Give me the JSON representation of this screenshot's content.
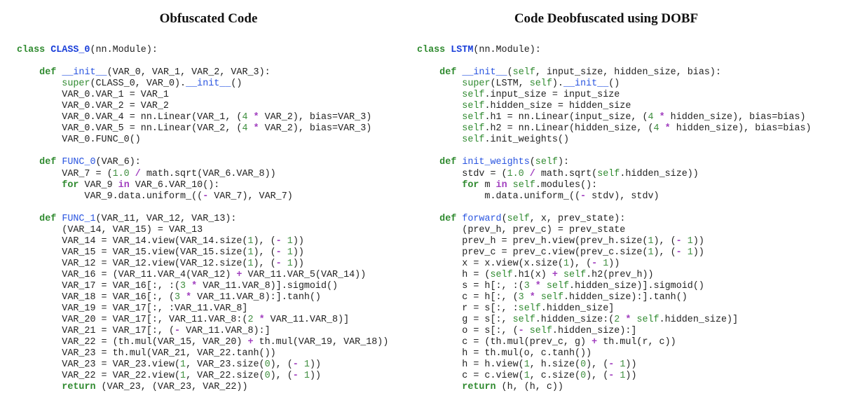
{
  "left": {
    "title": "Obfuscated Code",
    "lines": [
      [
        [
          "kw",
          "class "
        ],
        [
          "classname",
          "CLASS_0"
        ],
        [
          "t",
          "(nn.Module):"
        ]
      ],
      [],
      [
        [
          "t",
          "    "
        ],
        [
          "kw",
          "def "
        ],
        [
          "fn",
          "__init__"
        ],
        [
          "t",
          "(VAR_0, VAR_1, VAR_2, VAR_3):"
        ]
      ],
      [
        [
          "t",
          "        "
        ],
        [
          "builtin",
          "super"
        ],
        [
          "t",
          "(CLASS_0, VAR_0)."
        ],
        [
          "fn",
          "__init__"
        ],
        [
          "t",
          "()"
        ]
      ],
      [
        [
          "t",
          "        VAR_0.VAR_1 = VAR_1"
        ]
      ],
      [
        [
          "t",
          "        VAR_0.VAR_2 = VAR_2"
        ]
      ],
      [
        [
          "t",
          "        VAR_0.VAR_4 = nn.Linear(VAR_1, ("
        ],
        [
          "num",
          "4"
        ],
        [
          "t",
          " "
        ],
        [
          "op",
          "*"
        ],
        [
          "t",
          " VAR_2), bias=VAR_3)"
        ]
      ],
      [
        [
          "t",
          "        VAR_0.VAR_5 = nn.Linear(VAR_2, ("
        ],
        [
          "num",
          "4"
        ],
        [
          "t",
          " "
        ],
        [
          "op",
          "*"
        ],
        [
          "t",
          " VAR_2), bias=VAR_3)"
        ]
      ],
      [
        [
          "t",
          "        VAR_0.FUNC_0()"
        ]
      ],
      [],
      [
        [
          "t",
          "    "
        ],
        [
          "kw",
          "def "
        ],
        [
          "fn",
          "FUNC_0"
        ],
        [
          "t",
          "(VAR_6):"
        ]
      ],
      [
        [
          "t",
          "        VAR_7 = ("
        ],
        [
          "num",
          "1.0"
        ],
        [
          "t",
          " "
        ],
        [
          "op",
          "/"
        ],
        [
          "t",
          " math.sqrt(VAR_6.VAR_8))"
        ]
      ],
      [
        [
          "t",
          "        "
        ],
        [
          "kw",
          "for "
        ],
        [
          "t",
          "VAR_9 "
        ],
        [
          "in",
          "in"
        ],
        [
          "t",
          " VAR_6.VAR_10():"
        ]
      ],
      [
        [
          "t",
          "            VAR_9.data.uniform_(("
        ],
        [
          "op",
          "-"
        ],
        [
          "t",
          " VAR_7), VAR_7)"
        ]
      ],
      [],
      [
        [
          "t",
          "    "
        ],
        [
          "kw",
          "def "
        ],
        [
          "fn",
          "FUNC_1"
        ],
        [
          "t",
          "(VAR_11, VAR_12, VAR_13):"
        ]
      ],
      [
        [
          "t",
          "        (VAR_14, VAR_15) = VAR_13"
        ]
      ],
      [
        [
          "t",
          "        VAR_14 = VAR_14.view(VAR_14.size("
        ],
        [
          "num",
          "1"
        ],
        [
          "t",
          "), ("
        ],
        [
          "op",
          "-"
        ],
        [
          "t",
          " "
        ],
        [
          "num",
          "1"
        ],
        [
          "t",
          "))"
        ]
      ],
      [
        [
          "t",
          "        VAR_15 = VAR_15.view(VAR_15.size("
        ],
        [
          "num",
          "1"
        ],
        [
          "t",
          "), ("
        ],
        [
          "op",
          "-"
        ],
        [
          "t",
          " "
        ],
        [
          "num",
          "1"
        ],
        [
          "t",
          "))"
        ]
      ],
      [
        [
          "t",
          "        VAR_12 = VAR_12.view(VAR_12.size("
        ],
        [
          "num",
          "1"
        ],
        [
          "t",
          "), ("
        ],
        [
          "op",
          "-"
        ],
        [
          "t",
          " "
        ],
        [
          "num",
          "1"
        ],
        [
          "t",
          "))"
        ]
      ],
      [
        [
          "t",
          "        VAR_16 = (VAR_11.VAR_4(VAR_12) "
        ],
        [
          "op",
          "+"
        ],
        [
          "t",
          " VAR_11.VAR_5(VAR_14))"
        ]
      ],
      [
        [
          "t",
          "        VAR_17 = VAR_16[:, :("
        ],
        [
          "num",
          "3"
        ],
        [
          "t",
          " "
        ],
        [
          "op",
          "*"
        ],
        [
          "t",
          " VAR_11.VAR_8)].sigmoid()"
        ]
      ],
      [
        [
          "t",
          "        VAR_18 = VAR_16[:, ("
        ],
        [
          "num",
          "3"
        ],
        [
          "t",
          " "
        ],
        [
          "op",
          "*"
        ],
        [
          "t",
          " VAR_11.VAR_8):].tanh()"
        ]
      ],
      [
        [
          "t",
          "        VAR_19 = VAR_17[:, :VAR_11.VAR_8]"
        ]
      ],
      [
        [
          "t",
          "        VAR_20 = VAR_17[:, VAR_11.VAR_8:("
        ],
        [
          "num",
          "2"
        ],
        [
          "t",
          " "
        ],
        [
          "op",
          "*"
        ],
        [
          "t",
          " VAR_11.VAR_8)]"
        ]
      ],
      [
        [
          "t",
          "        VAR_21 = VAR_17[:, ("
        ],
        [
          "op",
          "-"
        ],
        [
          "t",
          " VAR_11.VAR_8):]"
        ]
      ],
      [
        [
          "t",
          "        VAR_22 = (th.mul(VAR_15, VAR_20) "
        ],
        [
          "op",
          "+"
        ],
        [
          "t",
          " th.mul(VAR_19, VAR_18))"
        ]
      ],
      [
        [
          "t",
          "        VAR_23 = th.mul(VAR_21, VAR_22.tanh())"
        ]
      ],
      [
        [
          "t",
          "        VAR_23 = VAR_23.view("
        ],
        [
          "num",
          "1"
        ],
        [
          "t",
          ", VAR_23.size("
        ],
        [
          "num",
          "0"
        ],
        [
          "t",
          "), ("
        ],
        [
          "op",
          "-"
        ],
        [
          "t",
          " "
        ],
        [
          "num",
          "1"
        ],
        [
          "t",
          "))"
        ]
      ],
      [
        [
          "t",
          "        VAR_22 = VAR_22.view("
        ],
        [
          "num",
          "1"
        ],
        [
          "t",
          ", VAR_22.size("
        ],
        [
          "num",
          "0"
        ],
        [
          "t",
          "), ("
        ],
        [
          "op",
          "-"
        ],
        [
          "t",
          " "
        ],
        [
          "num",
          "1"
        ],
        [
          "t",
          "))"
        ]
      ],
      [
        [
          "t",
          "        "
        ],
        [
          "kw",
          "return "
        ],
        [
          "t",
          "(VAR_23, (VAR_23, VAR_22))"
        ]
      ]
    ]
  },
  "right": {
    "title": "Code Deobfuscated using DOBF",
    "lines": [
      [
        [
          "kw",
          "class "
        ],
        [
          "classname",
          "LSTM"
        ],
        [
          "t",
          "(nn.Module):"
        ]
      ],
      [],
      [
        [
          "t",
          "    "
        ],
        [
          "kw",
          "def "
        ],
        [
          "fn",
          "__init__"
        ],
        [
          "t",
          "("
        ],
        [
          "self",
          "self"
        ],
        [
          "t",
          ", input_size, hidden_size, bias):"
        ]
      ],
      [
        [
          "t",
          "        "
        ],
        [
          "builtin",
          "super"
        ],
        [
          "t",
          "(LSTM, "
        ],
        [
          "self",
          "self"
        ],
        [
          "t",
          ")."
        ],
        [
          "fn",
          "__init__"
        ],
        [
          "t",
          "()"
        ]
      ],
      [
        [
          "t",
          "        "
        ],
        [
          "self",
          "self"
        ],
        [
          "t",
          ".input_size = input_size"
        ]
      ],
      [
        [
          "t",
          "        "
        ],
        [
          "self",
          "self"
        ],
        [
          "t",
          ".hidden_size = hidden_size"
        ]
      ],
      [
        [
          "t",
          "        "
        ],
        [
          "self",
          "self"
        ],
        [
          "t",
          ".h1 = nn.Linear(input_size, ("
        ],
        [
          "num",
          "4"
        ],
        [
          "t",
          " "
        ],
        [
          "op",
          "*"
        ],
        [
          "t",
          " hidden_size), bias=bias)"
        ]
      ],
      [
        [
          "t",
          "        "
        ],
        [
          "self",
          "self"
        ],
        [
          "t",
          ".h2 = nn.Linear(hidden_size, ("
        ],
        [
          "num",
          "4"
        ],
        [
          "t",
          " "
        ],
        [
          "op",
          "*"
        ],
        [
          "t",
          " hidden_size), bias=bias)"
        ]
      ],
      [
        [
          "t",
          "        "
        ],
        [
          "self",
          "self"
        ],
        [
          "t",
          ".init_weights()"
        ]
      ],
      [],
      [
        [
          "t",
          "    "
        ],
        [
          "kw",
          "def "
        ],
        [
          "fn",
          "init_weights"
        ],
        [
          "t",
          "("
        ],
        [
          "self",
          "self"
        ],
        [
          "t",
          "):"
        ]
      ],
      [
        [
          "t",
          "        stdv = ("
        ],
        [
          "num",
          "1.0"
        ],
        [
          "t",
          " "
        ],
        [
          "op",
          "/"
        ],
        [
          "t",
          " math.sqrt("
        ],
        [
          "self",
          "self"
        ],
        [
          "t",
          ".hidden_size))"
        ]
      ],
      [
        [
          "t",
          "        "
        ],
        [
          "kw",
          "for "
        ],
        [
          "t",
          "m "
        ],
        [
          "in",
          "in"
        ],
        [
          "t",
          " "
        ],
        [
          "self",
          "self"
        ],
        [
          "t",
          ".modules():"
        ]
      ],
      [
        [
          "t",
          "            m.data.uniform_(("
        ],
        [
          "op",
          "-"
        ],
        [
          "t",
          " stdv), stdv)"
        ]
      ],
      [],
      [
        [
          "t",
          "    "
        ],
        [
          "kw",
          "def "
        ],
        [
          "fn",
          "forward"
        ],
        [
          "t",
          "("
        ],
        [
          "self",
          "self"
        ],
        [
          "t",
          ", x, prev_state):"
        ]
      ],
      [
        [
          "t",
          "        (prev_h, prev_c) = prev_state"
        ]
      ],
      [
        [
          "t",
          "        prev_h = prev_h.view(prev_h.size("
        ],
        [
          "num",
          "1"
        ],
        [
          "t",
          "), ("
        ],
        [
          "op",
          "-"
        ],
        [
          "t",
          " "
        ],
        [
          "num",
          "1"
        ],
        [
          "t",
          "))"
        ]
      ],
      [
        [
          "t",
          "        prev_c = prev_c.view(prev_c.size("
        ],
        [
          "num",
          "1"
        ],
        [
          "t",
          "), ("
        ],
        [
          "op",
          "-"
        ],
        [
          "t",
          " "
        ],
        [
          "num",
          "1"
        ],
        [
          "t",
          "))"
        ]
      ],
      [
        [
          "t",
          "        x = x.view(x.size("
        ],
        [
          "num",
          "1"
        ],
        [
          "t",
          "), ("
        ],
        [
          "op",
          "-"
        ],
        [
          "t",
          " "
        ],
        [
          "num",
          "1"
        ],
        [
          "t",
          "))"
        ]
      ],
      [
        [
          "t",
          "        h = ("
        ],
        [
          "self",
          "self"
        ],
        [
          "t",
          ".h1(x) "
        ],
        [
          "op",
          "+"
        ],
        [
          "t",
          " "
        ],
        [
          "self",
          "self"
        ],
        [
          "t",
          ".h2(prev_h))"
        ]
      ],
      [
        [
          "t",
          "        s = h[:, :("
        ],
        [
          "num",
          "3"
        ],
        [
          "t",
          " "
        ],
        [
          "op",
          "*"
        ],
        [
          "t",
          " "
        ],
        [
          "self",
          "self"
        ],
        [
          "t",
          ".hidden_size)].sigmoid()"
        ]
      ],
      [
        [
          "t",
          "        c = h[:, ("
        ],
        [
          "num",
          "3"
        ],
        [
          "t",
          " "
        ],
        [
          "op",
          "*"
        ],
        [
          "t",
          " "
        ],
        [
          "self",
          "self"
        ],
        [
          "t",
          ".hidden_size):].tanh()"
        ]
      ],
      [
        [
          "t",
          "        r = s[:, :"
        ],
        [
          "self",
          "self"
        ],
        [
          "t",
          ".hidden_size]"
        ]
      ],
      [
        [
          "t",
          "        g = s[:, "
        ],
        [
          "self",
          "self"
        ],
        [
          "t",
          ".hidden_size:("
        ],
        [
          "num",
          "2"
        ],
        [
          "t",
          " "
        ],
        [
          "op",
          "*"
        ],
        [
          "t",
          " "
        ],
        [
          "self",
          "self"
        ],
        [
          "t",
          ".hidden_size)]"
        ]
      ],
      [
        [
          "t",
          "        o = s[:, ("
        ],
        [
          "op",
          "-"
        ],
        [
          "t",
          " "
        ],
        [
          "self",
          "self"
        ],
        [
          "t",
          ".hidden_size):]"
        ]
      ],
      [
        [
          "t",
          "        c = (th.mul(prev_c, g) "
        ],
        [
          "op",
          "+"
        ],
        [
          "t",
          " th.mul(r, c))"
        ]
      ],
      [
        [
          "t",
          "        h = th.mul(o, c.tanh())"
        ]
      ],
      [
        [
          "t",
          "        h = h.view("
        ],
        [
          "num",
          "1"
        ],
        [
          "t",
          ", h.size("
        ],
        [
          "num",
          "0"
        ],
        [
          "t",
          "), ("
        ],
        [
          "op",
          "-"
        ],
        [
          "t",
          " "
        ],
        [
          "num",
          "1"
        ],
        [
          "t",
          "))"
        ]
      ],
      [
        [
          "t",
          "        c = c.view("
        ],
        [
          "num",
          "1"
        ],
        [
          "t",
          ", c.size("
        ],
        [
          "num",
          "0"
        ],
        [
          "t",
          "), ("
        ],
        [
          "op",
          "-"
        ],
        [
          "t",
          " "
        ],
        [
          "num",
          "1"
        ],
        [
          "t",
          "))"
        ]
      ],
      [
        [
          "t",
          "        "
        ],
        [
          "kw",
          "return "
        ],
        [
          "t",
          "(h, (h, c))"
        ]
      ]
    ]
  },
  "colors": {
    "keyword": "#2f8a2f",
    "class_name": "#1a3fd9",
    "function_name": "#2a55e0",
    "number": "#3f8f3f",
    "operator": "#a13fbf",
    "text": "#222222"
  }
}
